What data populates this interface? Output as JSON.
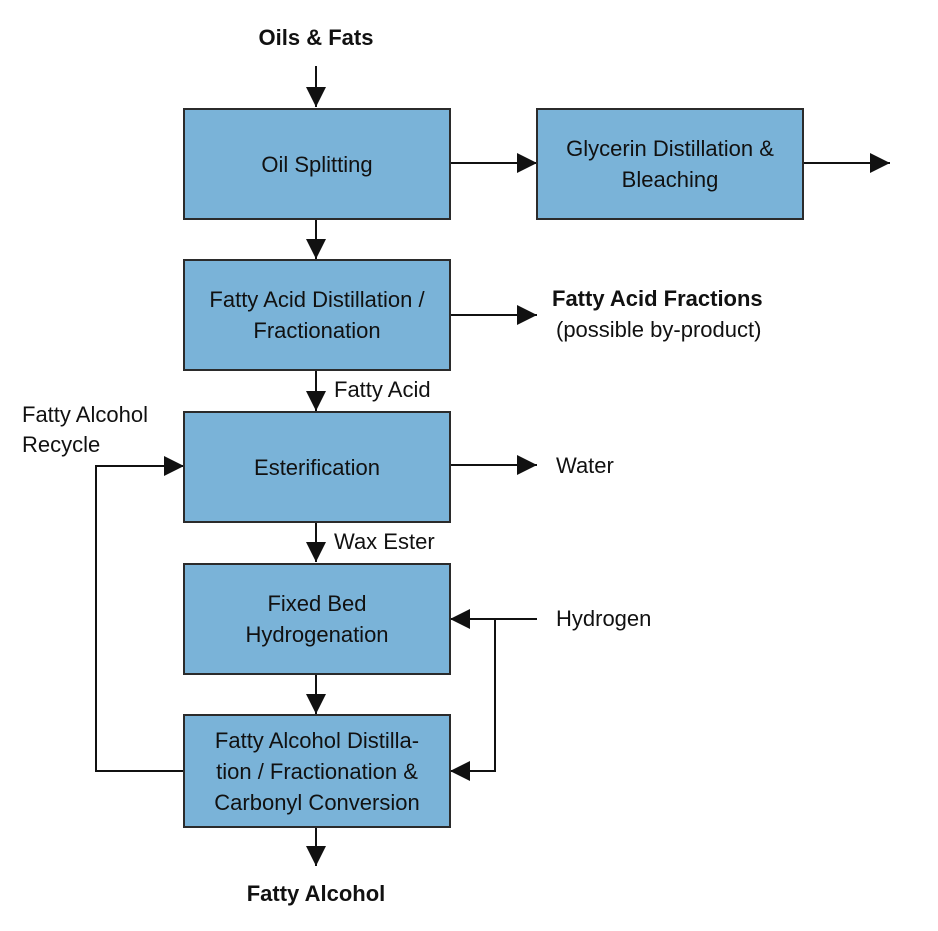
{
  "diagram": {
    "input": "Oils & Fats",
    "output": "Fatty Alcohol",
    "boxes": {
      "oil_splitting": "Oil Splitting",
      "glycerin": "Glycerin Distillation &\nBleaching",
      "fa_distillation": "Fatty Acid Distillation /\nFractionation",
      "esterification": "Esterification",
      "hydrogenation": "Fixed Bed\nHydrogenation",
      "alcohol_distillation": "Fatty Alcohol Distilla-\ntion / Fractionation &\nCarbonyl Conversion"
    },
    "labels": {
      "fatty_acid_fractions": "Fatty Acid Fractions",
      "byproduct_note": "(possible by-product)",
      "fatty_acid": "Fatty Acid",
      "wax_ester": "Wax Ester",
      "water": "Water",
      "hydrogen": "Hydrogen",
      "recycle": "Fatty Alcohol\nRecycle"
    },
    "colors": {
      "box_fill": "#7ab3d8",
      "line": "#111111"
    }
  }
}
